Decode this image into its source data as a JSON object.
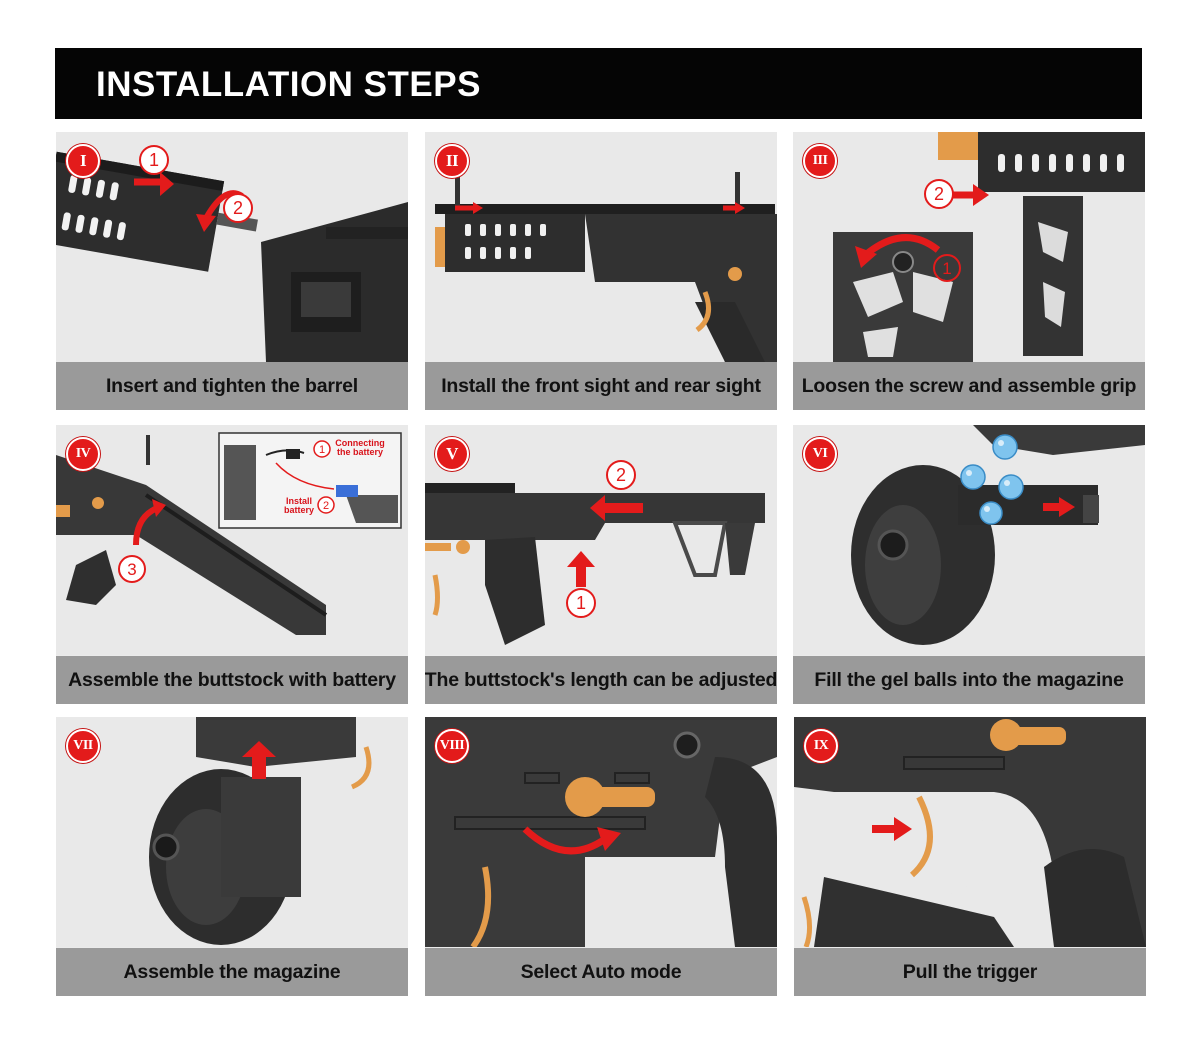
{
  "header": {
    "title": "INSTALLATION STEPS"
  },
  "colors": {
    "accent_red": "#e31b1b",
    "gun_black": "#2a2a2a",
    "orange_parts": "#e39b4a",
    "caption_gray": "#9a9a9a",
    "gel_ball_blue": "#6fb8e8"
  },
  "steps": [
    {
      "numeral": "I",
      "caption": "Insert and tighten the barrel",
      "icon": "barrel-icon"
    },
    {
      "numeral": "II",
      "caption": "Install the front sight and rear sight",
      "icon": "sight-icon"
    },
    {
      "numeral": "III",
      "caption": "Loosen the screw and assemble grip",
      "icon": "grip-icon"
    },
    {
      "numeral": "IV",
      "caption": "Assemble the buttstock with battery",
      "icon": "battery-icon",
      "inset": {
        "connect_label": "Connecting the battery",
        "install_label": "Install battery"
      }
    },
    {
      "numeral": "V",
      "caption": "The buttstock's length can be adjusted",
      "icon": "buttstock-icon"
    },
    {
      "numeral": "VI",
      "caption": "Fill the gel balls into the magazine",
      "icon": "gel-ball-icon"
    },
    {
      "numeral": "VII",
      "caption": "Assemble the magazine",
      "icon": "magazine-icon"
    },
    {
      "numeral": "VIII",
      "caption": "Select Auto mode",
      "icon": "selector-switch-icon"
    },
    {
      "numeral": "IX",
      "caption": "Pull the trigger",
      "icon": "trigger-icon"
    }
  ],
  "markers": {
    "one": "1",
    "two": "2",
    "three": "3"
  }
}
